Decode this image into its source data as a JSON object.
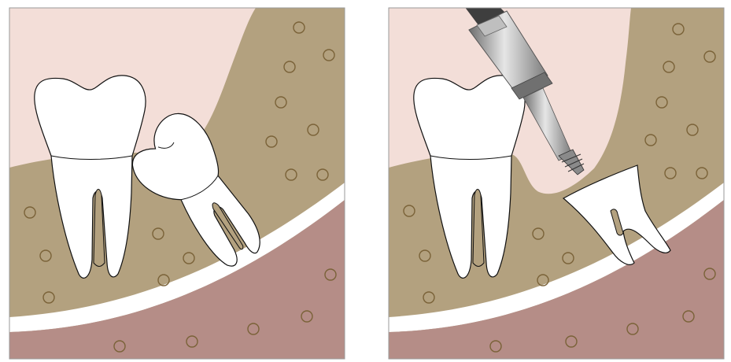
{
  "colors": {
    "background": "#ffffff",
    "gum_tissue": "#f3ded8",
    "bone": "#b3a17f",
    "deep_tissue": "#b58d87",
    "nerve_canal": "#ffffff",
    "tooth": "#ffffff",
    "outline": "#111111",
    "marrow_ring": "#7a6238",
    "drill_metal": "#9a9a9a",
    "drill_dark": "#3e3e3e"
  },
  "panels": [
    {
      "id": "before",
      "tooth_state": "impacted-wisdom-tooth"
    },
    {
      "id": "after",
      "tooth_state": "crown-removed-with-drill"
    }
  ],
  "icons": {
    "molar": "molar-icon",
    "impacted_tooth": "impacted-wisdom-tooth-icon",
    "tooth_root_fragment": "tooth-root-fragment-icon",
    "surgical_drill": "dental-drill-icon"
  }
}
